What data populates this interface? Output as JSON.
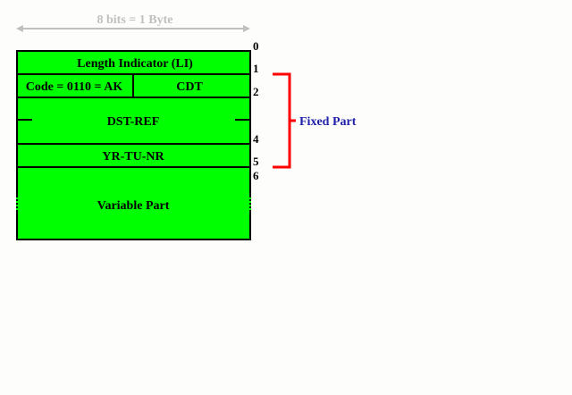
{
  "header": {
    "width_label": "8 bits = 1 Byte"
  },
  "fields": {
    "length_indicator": "Length Indicator (LI)",
    "code": "Code = 0110 = AK",
    "cdt": "CDT",
    "dst_ref": "DST-REF",
    "yr_tu_nr": "YR-TU-NR",
    "variable_part": "Variable Part"
  },
  "offsets": [
    "0",
    "1",
    "2",
    "4",
    "5",
    "6"
  ],
  "brace": {
    "label": "Fixed Part"
  },
  "colors": {
    "field_fill": "#00ff00",
    "border": "#000000",
    "brace": "#ff0000",
    "brace_label": "#1f1fa8",
    "header": "#c0c0c0"
  }
}
